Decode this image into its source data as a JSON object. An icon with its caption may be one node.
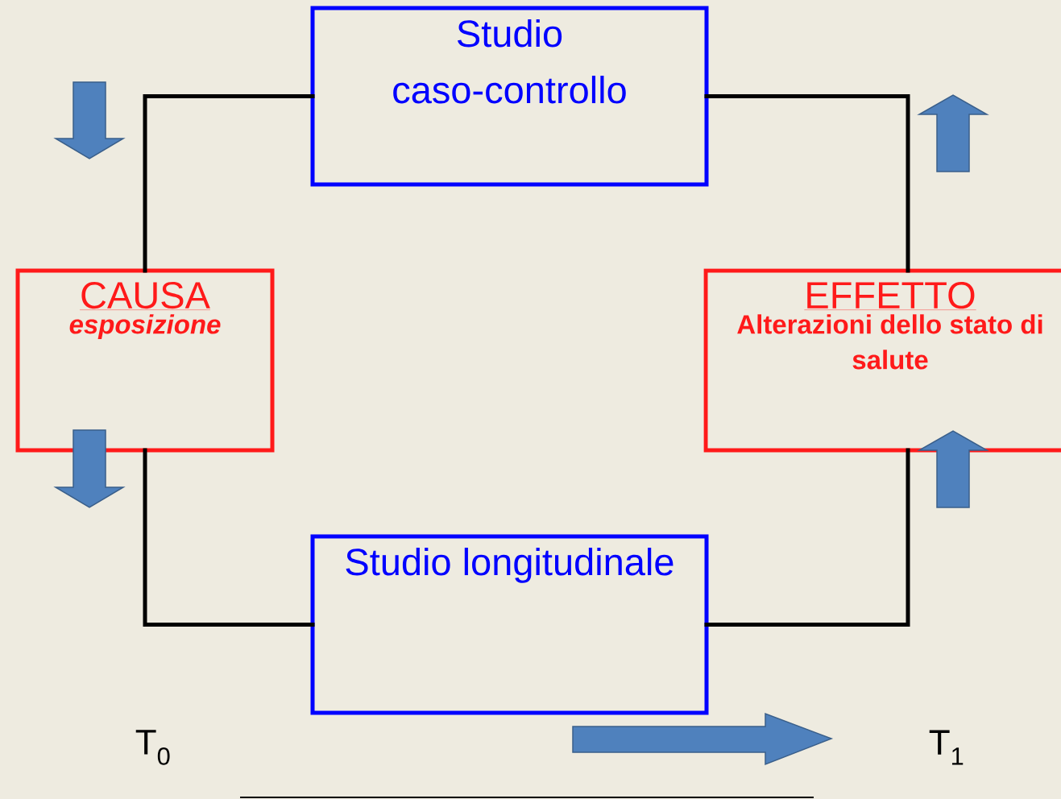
{
  "diagram": {
    "nodes": [
      {
        "text": [
          "Studio caso-controllo"
        ]
      },
      {
        "text": [
          "CAUSA",
          "esposizione"
        ]
      },
      {
        "text": [
          "EFFETTO",
          "Alterazioni dello stato di salute"
        ]
      },
      {
        "text": [
          "Studio longitudinale"
        ]
      }
    ],
    "edges": [
      {
        "from": 1,
        "to": 0,
        "arrow": "none"
      },
      {
        "from": 0,
        "to": 2,
        "arrow": "none"
      },
      {
        "from": 1,
        "to": 3,
        "arrow": "none"
      },
      {
        "from": 3,
        "to": 2,
        "arrow": "none"
      }
    ],
    "labels": [
      "T$_{0}$",
      "T$_{1}$"
    ]
  }
}
